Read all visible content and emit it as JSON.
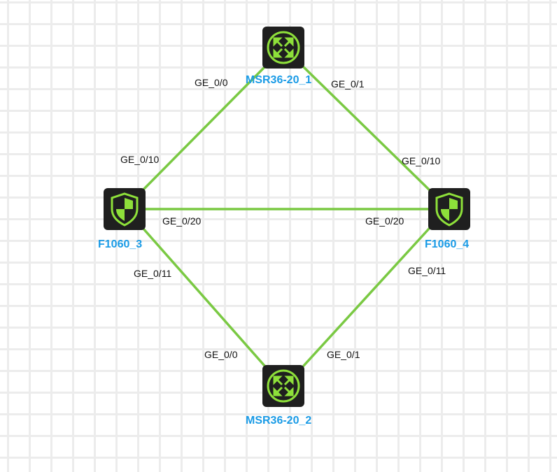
{
  "colors": {
    "link": "#7ac943",
    "icon_bg": "#1f1f1f",
    "icon_fg": "#8ee03a",
    "node_label": "#1a9be6"
  },
  "nodes": [
    {
      "name": "MSR36-20_1",
      "icon": "router-icon"
    },
    {
      "name": "F1060_3",
      "icon": "firewall-icon"
    },
    {
      "name": "F1060_4",
      "icon": "firewall-icon"
    },
    {
      "name": "MSR36-20_2",
      "icon": "router-icon"
    }
  ],
  "ports": {
    "r1_left": "GE_0/0",
    "r1_right": "GE_0/1",
    "f3_top": "GE_0/10",
    "f4_top": "GE_0/10",
    "f3_mid": "GE_0/20",
    "f4_mid": "GE_0/20",
    "f3_bottom": "GE_0/11",
    "f4_bottom": "GE_0/11",
    "r2_left": "GE_0/0",
    "r2_right": "GE_0/1"
  }
}
